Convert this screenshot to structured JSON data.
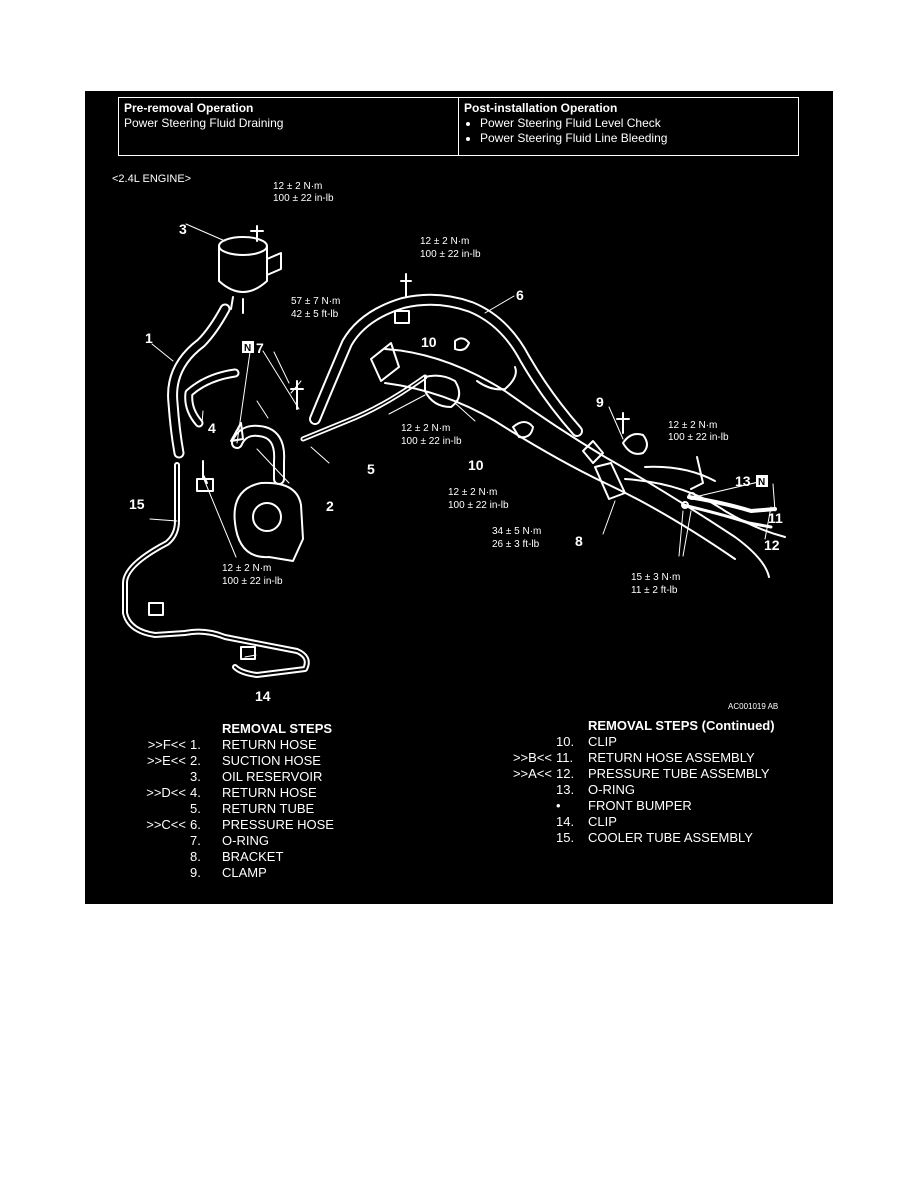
{
  "operations": {
    "pre_removal": {
      "heading": "Pre-removal Operation",
      "items": [
        "Power Steering Fluid Draining"
      ]
    },
    "post_installation": {
      "heading": "Post-installation Operation",
      "items": [
        "Power Steering Fluid Level Check",
        "Power Steering Fluid Line Bleeding"
      ]
    }
  },
  "diagram": {
    "engine_label": "<2.4L ENGINE>",
    "figure_code": "AC001019 AB",
    "part_callouts": [
      "1",
      "2",
      "3",
      "4",
      "5",
      "6",
      "N",
      "7",
      "8",
      "9",
      "10",
      "10",
      "11",
      "12",
      "13",
      "N",
      "14",
      "15"
    ],
    "torque_specs": [
      {
        "line1": "12 ± 2 N·m",
        "line2": "100 ± 22 in-lb"
      },
      {
        "line1": "12 ± 2 N·m",
        "line2": "100 ± 22 in-lb"
      },
      {
        "line1": "57 ± 7 N·m",
        "line2": "42 ± 5 ft-lb"
      },
      {
        "line1": "12 ± 2 N·m",
        "line2": "100 ± 22 in-lb"
      },
      {
        "line1": "12 ± 2 N·m",
        "line2": "100 ± 22 in-lb"
      },
      {
        "line1": "12 ± 2 N·m",
        "line2": "100 ± 22 in-lb"
      },
      {
        "line1": "34 ± 5 N·m",
        "line2": "26 ± 3 ft-lb"
      },
      {
        "line1": "12 ± 2 N·m",
        "line2": "100 ± 22 in-lb"
      },
      {
        "line1": "15 ± 3 N·m",
        "line2": "11 ± 2 ft-lb"
      }
    ]
  },
  "removal_steps": {
    "title": "REMOVAL STEPS",
    "steps": [
      {
        "mark": ">>F<<",
        "num": "1.",
        "name": "RETURN HOSE"
      },
      {
        "mark": ">>E<<",
        "num": "2.",
        "name": "SUCTION HOSE"
      },
      {
        "mark": "",
        "num": "3.",
        "name": "OIL RESERVOIR"
      },
      {
        "mark": ">>D<<",
        "num": "4.",
        "name": "RETURN HOSE"
      },
      {
        "mark": "",
        "num": "5.",
        "name": "RETURN TUBE"
      },
      {
        "mark": ">>C<<",
        "num": "6.",
        "name": "PRESSURE HOSE"
      },
      {
        "mark": "",
        "num": "7.",
        "name": "O-RING"
      },
      {
        "mark": "",
        "num": "8.",
        "name": "BRACKET"
      },
      {
        "mark": "",
        "num": "9.",
        "name": "CLAMP"
      }
    ]
  },
  "removal_steps_continued": {
    "title": "REMOVAL STEPS (Continued)",
    "steps": [
      {
        "mark": "",
        "num": "10.",
        "name": "CLIP"
      },
      {
        "mark": ">>B<<",
        "num": "11.",
        "name": "RETURN HOSE ASSEMBLY"
      },
      {
        "mark": ">>A<<",
        "num": "12.",
        "name": "PRESSURE TUBE ASSEMBLY"
      },
      {
        "mark": "",
        "num": "13.",
        "name": "O-RING"
      },
      {
        "mark": "",
        "num": "•",
        "name": "FRONT BUMPER"
      },
      {
        "mark": "",
        "num": "14.",
        "name": "CLIP"
      },
      {
        "mark": "",
        "num": "15.",
        "name": "COOLER TUBE ASSEMBLY"
      }
    ]
  }
}
